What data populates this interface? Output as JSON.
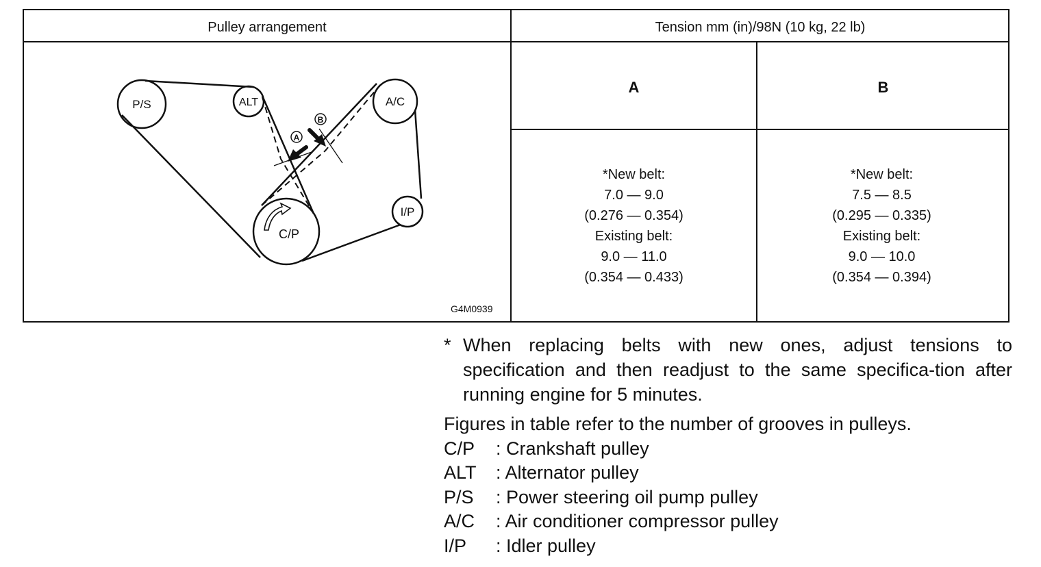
{
  "table": {
    "col1_header": "Pulley arrangement",
    "col2_header": "Tension mm (in)/98N (10 kg, 22 lb)",
    "sub_a": "A",
    "sub_b": "B",
    "a": {
      "new_label": "*New belt:",
      "new_range": "7.0 — 9.0",
      "new_range_in": "(0.276 — 0.354)",
      "existing_label": "Existing belt:",
      "existing_range": "9.0 — 11.0",
      "existing_range_in": "(0.354 — 0.433)"
    },
    "b": {
      "new_label": "*New belt:",
      "new_range": "7.5 — 8.5",
      "new_range_in": "(0.295 — 0.335)",
      "existing_label": "Existing belt:",
      "existing_range": "9.0 — 10.0",
      "existing_range_in": "(0.354 — 0.394)"
    }
  },
  "diagram": {
    "figure_code": "G4M0939",
    "pulleys": {
      "ps": "P/S",
      "alt": "ALT",
      "ac": "A/C",
      "ip": "I/P",
      "cp": "C/P"
    },
    "marker_a": "A",
    "marker_b": "B"
  },
  "footnote": {
    "star": "*",
    "text": "When replacing belts with new ones, adjust tensions to specification and then readjust to the same specifica-tion after running engine for 5 minutes."
  },
  "legend": {
    "intro": "Figures in table refer to the number of grooves in pulleys.",
    "items": [
      {
        "abbr": "C/P",
        "desc": ": Crankshaft pulley"
      },
      {
        "abbr": "ALT",
        "desc": ": Alternator pulley"
      },
      {
        "abbr": "P/S",
        "desc": ": Power steering oil pump pulley"
      },
      {
        "abbr": "A/C",
        "desc": ": Air conditioner compressor pulley"
      },
      {
        "abbr": "I/P",
        "desc": ": Idler pulley"
      }
    ]
  }
}
